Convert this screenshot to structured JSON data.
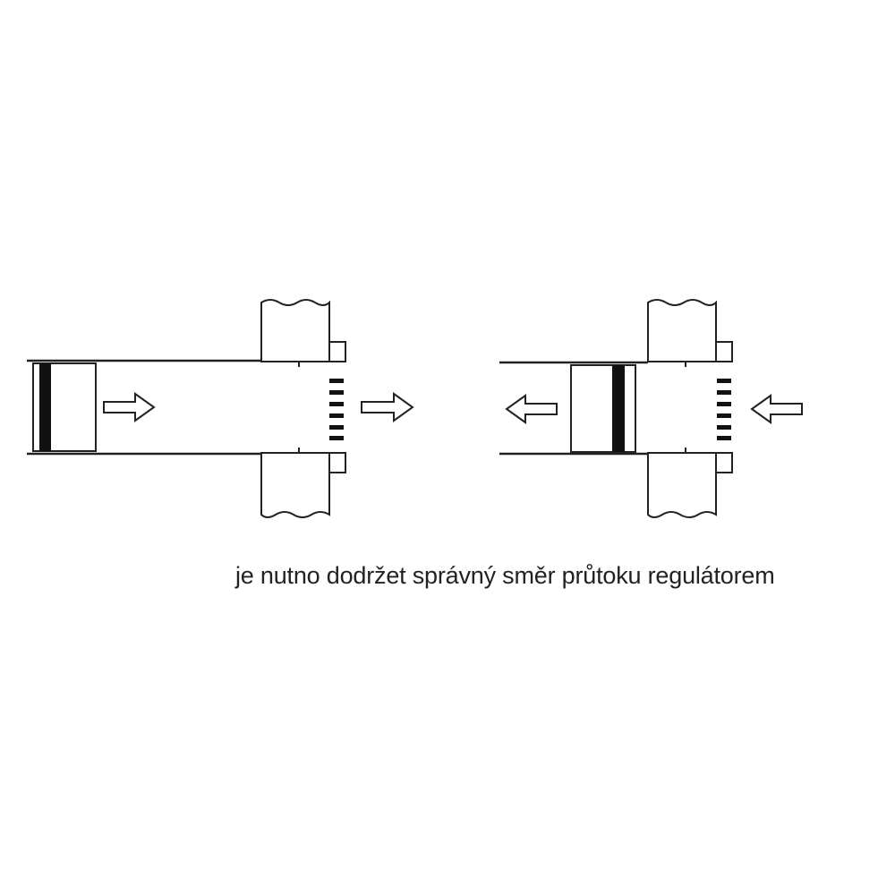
{
  "caption": "je nutno dodržet správný směr průtoku regulátorem",
  "colors": {
    "line": "#222222",
    "regulator_fill": "#dcdcdc",
    "blade": "#111111",
    "wall_stipple": "#555555"
  },
  "icons": {
    "flow_arrow": "hollow-arrow",
    "wall": "stippled-wall-section",
    "grille": "slatted-grille"
  }
}
